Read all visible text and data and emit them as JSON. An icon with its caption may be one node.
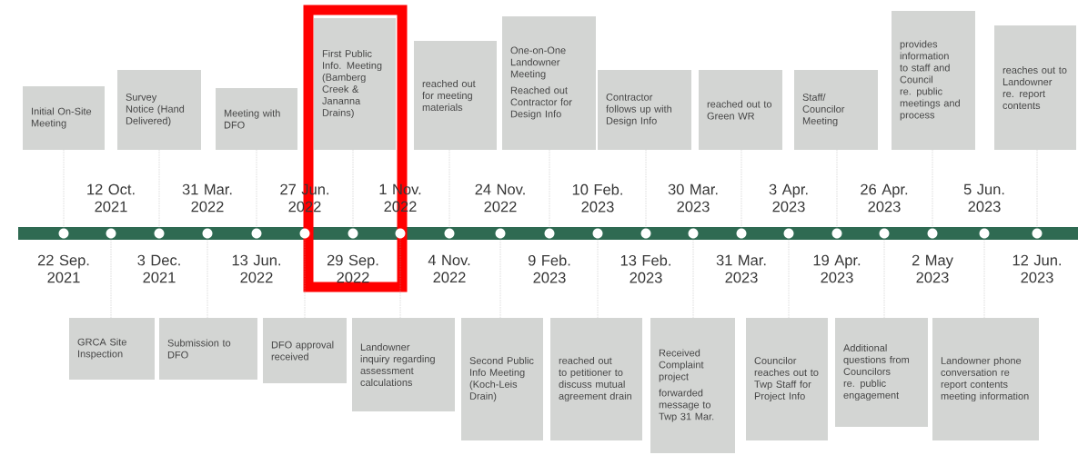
{
  "diagram": {
    "nodes": [
      {
        "text": [
          "Initial On-Site Meeting"
        ]
      },
      {
        "text": [
          "Survey Notice (Hand Delivered)"
        ]
      },
      {
        "text": [
          "Meeting with DFO"
        ]
      },
      {
        "text": [
          "First Public Info. Meeting (Bamberg Creek & Jananna Drains)"
        ]
      },
      {
        "text": [
          "reached out for meeting materials"
        ]
      },
      {
        "text": [
          "One-on-One Landowner Meeting",
          "Reached out Contractor for Design Info"
        ]
      },
      {
        "text": [
          "Contractor follows up with Design Info"
        ]
      },
      {
        "text": [
          "reached out to Green WR"
        ]
      },
      {
        "text": [
          "Staff/ Councilor Meeting"
        ]
      },
      {
        "text": [
          "provides information to staff and Council re. public meetings and process"
        ]
      },
      {
        "text": [
          "reaches out to Landowner re. report contents"
        ]
      },
      {
        "text": [],
        "shape": "circle",
        "beside": [
          "22 Sep. 2021"
        ]
      },
      {
        "text": [],
        "shape": "circle",
        "beside": [
          "12 Oct. 2021"
        ]
      },
      {
        "text": [],
        "shape": "circle",
        "beside": [
          "3 Dec. 2021"
        ]
      },
      {
        "text": [],
        "shape": "circle",
        "beside": [
          "31 Mar. 2022"
        ]
      },
      {
        "text": [],
        "shape": "circle",
        "beside": [
          "13 Jun. 2022"
        ]
      },
      {
        "text": [],
        "shape": "circle",
        "beside": [
          "27 Jun. 2022"
        ]
      },
      {
        "text": [],
        "shape": "circle",
        "beside": [
          "29 Sep. 2022"
        ]
      },
      {
        "text": [],
        "shape": "circle",
        "beside": [
          "1 Nov. 2022"
        ]
      },
      {
        "text": [],
        "shape": "circle",
        "beside": [
          "4 Nov. 2022"
        ]
      },
      {
        "text": [],
        "shape": "circle",
        "beside": [
          "24 Nov. 2022"
        ]
      },
      {
        "text": [],
        "shape": "circle",
        "beside": [
          "9 Feb. 2023"
        ]
      },
      {
        "text": [],
        "shape": "circle",
        "beside": [
          "10 Feb. 2023"
        ]
      },
      {
        "text": [],
        "shape": "circle",
        "beside": [
          "13 Feb. 2023"
        ]
      },
      {
        "text": [],
        "shape": "circle",
        "beside": [
          "30 Mar. 2023"
        ]
      },
      {
        "text": [],
        "shape": "circle",
        "beside": [
          "31 Mar. 2023"
        ]
      },
      {
        "text": [],
        "shape": "circle",
        "beside": [
          "3 Apr. 2023"
        ]
      },
      {
        "text": [],
        "shape": "circle",
        "beside": [
          "19 Apr. 2023"
        ]
      },
      {
        "text": [],
        "shape": "circle",
        "beside": [
          "26 Apr. 2023"
        ]
      },
      {
        "text": [],
        "shape": "circle",
        "beside": [
          "2 May 2023"
        ]
      },
      {
        "text": [],
        "shape": "circle",
        "beside": [
          "5 Jun. 2023"
        ]
      },
      {
        "text": [],
        "shape": "circle",
        "beside": [
          "12 Jun. 2023"
        ]
      },
      {
        "text": [
          "GRCA Site Inspection"
        ]
      },
      {
        "text": [
          "Submission to DFO"
        ]
      },
      {
        "text": [
          "DFO approval received"
        ]
      },
      {
        "text": [
          "Landowner inquiry regarding assessment calculations"
        ]
      },
      {
        "text": [
          "Second Public Info Meeting (Koch-Leis Drain)"
        ]
      },
      {
        "text": [
          "reached out to petitioner to discuss mutual agreement drain"
        ]
      },
      {
        "text": [
          "Received Complaint project",
          "forwarded message to Twp 31 Mar."
        ]
      },
      {
        "text": [
          "Councilor reaches out to Twp Staff for Project Info"
        ]
      },
      {
        "text": [
          "Additional questions from Councilors re. public engagement"
        ]
      },
      {
        "text": [
          "Landowner phone conversation re report contents meeting information"
        ]
      }
    ],
    "edges": [
      {
        "from": 0,
        "to": 11,
        "arrow": "none"
      },
      {
        "from": 1,
        "to": 13,
        "arrow": "none"
      },
      {
        "from": 2,
        "to": 15,
        "arrow": "none"
      },
      {
        "from": 3,
        "to": 17,
        "arrow": "none"
      },
      {
        "from": 4,
        "to": 19,
        "arrow": "none"
      },
      {
        "from": 5,
        "to": 21,
        "arrow": "none"
      },
      {
        "from": 6,
        "to": 23,
        "arrow": "none"
      },
      {
        "from": 7,
        "to": 25,
        "arrow": "none"
      },
      {
        "from": 8,
        "to": 27,
        "arrow": "none"
      },
      {
        "from": 9,
        "to": 29,
        "arrow": "none"
      },
      {
        "from": 10,
        "to": 31,
        "arrow": "none"
      },
      {
        "from": 32,
        "to": 12,
        "arrow": "none"
      },
      {
        "from": 33,
        "to": 14,
        "arrow": "none"
      },
      {
        "from": 34,
        "to": 16,
        "arrow": "none"
      },
      {
        "from": 35,
        "to": 18,
        "arrow": "none"
      },
      {
        "from": 36,
        "to": 20,
        "arrow": "none"
      },
      {
        "from": 37,
        "to": 22,
        "arrow": "none"
      },
      {
        "from": 38,
        "to": 24,
        "arrow": "none"
      },
      {
        "from": 39,
        "to": 26,
        "arrow": "none"
      },
      {
        "from": 40,
        "to": 28,
        "arrow": "none"
      },
      {
        "from": 41,
        "to": 30,
        "arrow": "none"
      }
    ]
  }
}
